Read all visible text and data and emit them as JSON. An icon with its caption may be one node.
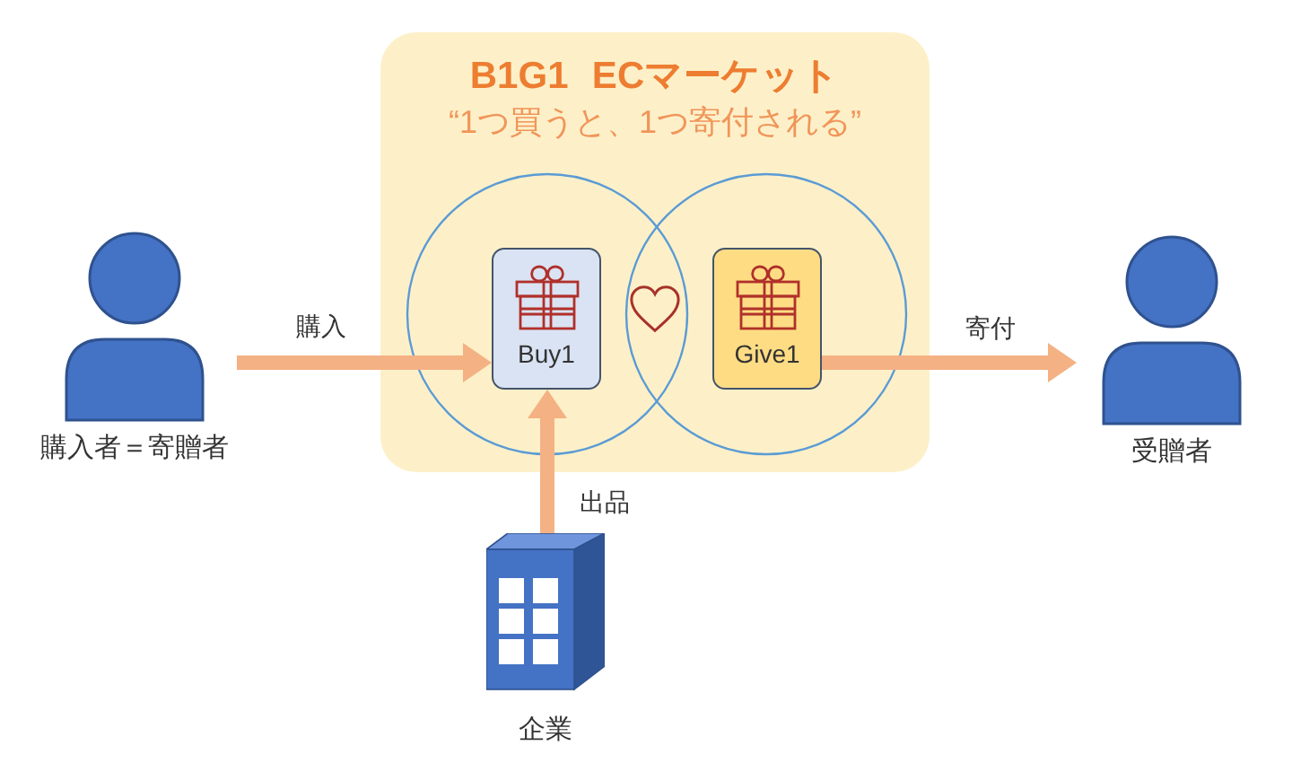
{
  "diagram": {
    "nodes": [
      {
        "text": [
          "B1G1 ECマーケット",
          "“1つ買うと、1つ寄付される”"
        ]
      },
      {
        "text": [
          "Buy1"
        ],
        "in": 0
      },
      {
        "text": [
          "Give1"
        ],
        "in": 0
      },
      {
        "text": [
          "購入者＝寄贈者"
        ]
      },
      {
        "text": [
          "受贈者"
        ]
      },
      {
        "text": [
          "企業"
        ]
      }
    ],
    "edges": [
      {
        "from": 3,
        "to": 1,
        "arrow": "to",
        "label": "購入"
      },
      {
        "from": 2,
        "to": 4,
        "arrow": "to",
        "label": "寄付"
      },
      {
        "from": 5,
        "to": 1,
        "arrow": "to",
        "label": "出品"
      }
    ]
  }
}
